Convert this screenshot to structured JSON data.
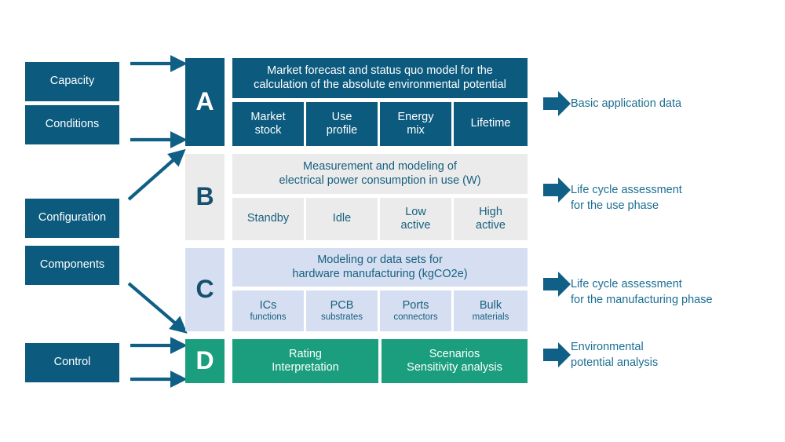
{
  "colors": {
    "dark_blue": "#0c5a7e",
    "gray": "#ebebeb",
    "light_blue": "#d6dff2",
    "green": "#1b9e7e",
    "text_blue": "#17607f",
    "arrow_blue": "#0f5f86"
  },
  "inputs": [
    {
      "label": "Capacity"
    },
    {
      "label": "Conditions"
    },
    {
      "label": "Configuration"
    },
    {
      "label": "Components"
    },
    {
      "label": "Control"
    }
  ],
  "rows": {
    "a": {
      "letter": "A",
      "headline": "Market forecast and status quo model for the\ncalculation of the absolute environmental potential",
      "cells": [
        {
          "title": "Market\nstock",
          "sub": ""
        },
        {
          "title": "Use\nprofile",
          "sub": ""
        },
        {
          "title": "Energy\nmix",
          "sub": ""
        },
        {
          "title": "Lifetime",
          "sub": ""
        }
      ],
      "output": "Basic application data"
    },
    "b": {
      "letter": "B",
      "headline": "Measurement and modeling of\nelectrical power consumption in use (W)",
      "cells": [
        {
          "title": "Standby",
          "sub": ""
        },
        {
          "title": "Idle",
          "sub": ""
        },
        {
          "title": "Low\nactive",
          "sub": ""
        },
        {
          "title": "High\nactive",
          "sub": ""
        }
      ],
      "output": "Life cycle assessment\nfor the use phase"
    },
    "c": {
      "letter": "C",
      "headline": "Modeling or data sets for\nhardware manufacturing (kgCO2e)",
      "cells": [
        {
          "title": "ICs",
          "sub": "functions"
        },
        {
          "title": "PCB",
          "sub": "substrates"
        },
        {
          "title": "Ports",
          "sub": "connectors"
        },
        {
          "title": "Bulk",
          "sub": "materials"
        }
      ],
      "output": "Life cycle assessment\nfor the manufacturing phase"
    },
    "d": {
      "letter": "D",
      "headline": "",
      "cells": [
        {
          "title": "Rating\nInterpretation",
          "sub": ""
        },
        {
          "title": "Scenarios\nSensitivity analysis",
          "sub": ""
        }
      ],
      "output": "Environmental\npotential analysis"
    }
  },
  "connectors": [
    {
      "name": "capacity-to-a",
      "type": "straight"
    },
    {
      "name": "conditions-to-a",
      "type": "straight"
    },
    {
      "name": "configuration-to-b",
      "type": "diagonal-up"
    },
    {
      "name": "components-to-c",
      "type": "diagonal-down"
    },
    {
      "name": "control-to-d-upper",
      "type": "straight"
    },
    {
      "name": "control-to-d-lower",
      "type": "straight"
    }
  ],
  "output_arrows": [
    {
      "name": "output-arrow-a"
    },
    {
      "name": "output-arrow-b"
    },
    {
      "name": "output-arrow-c"
    },
    {
      "name": "output-arrow-d"
    }
  ]
}
